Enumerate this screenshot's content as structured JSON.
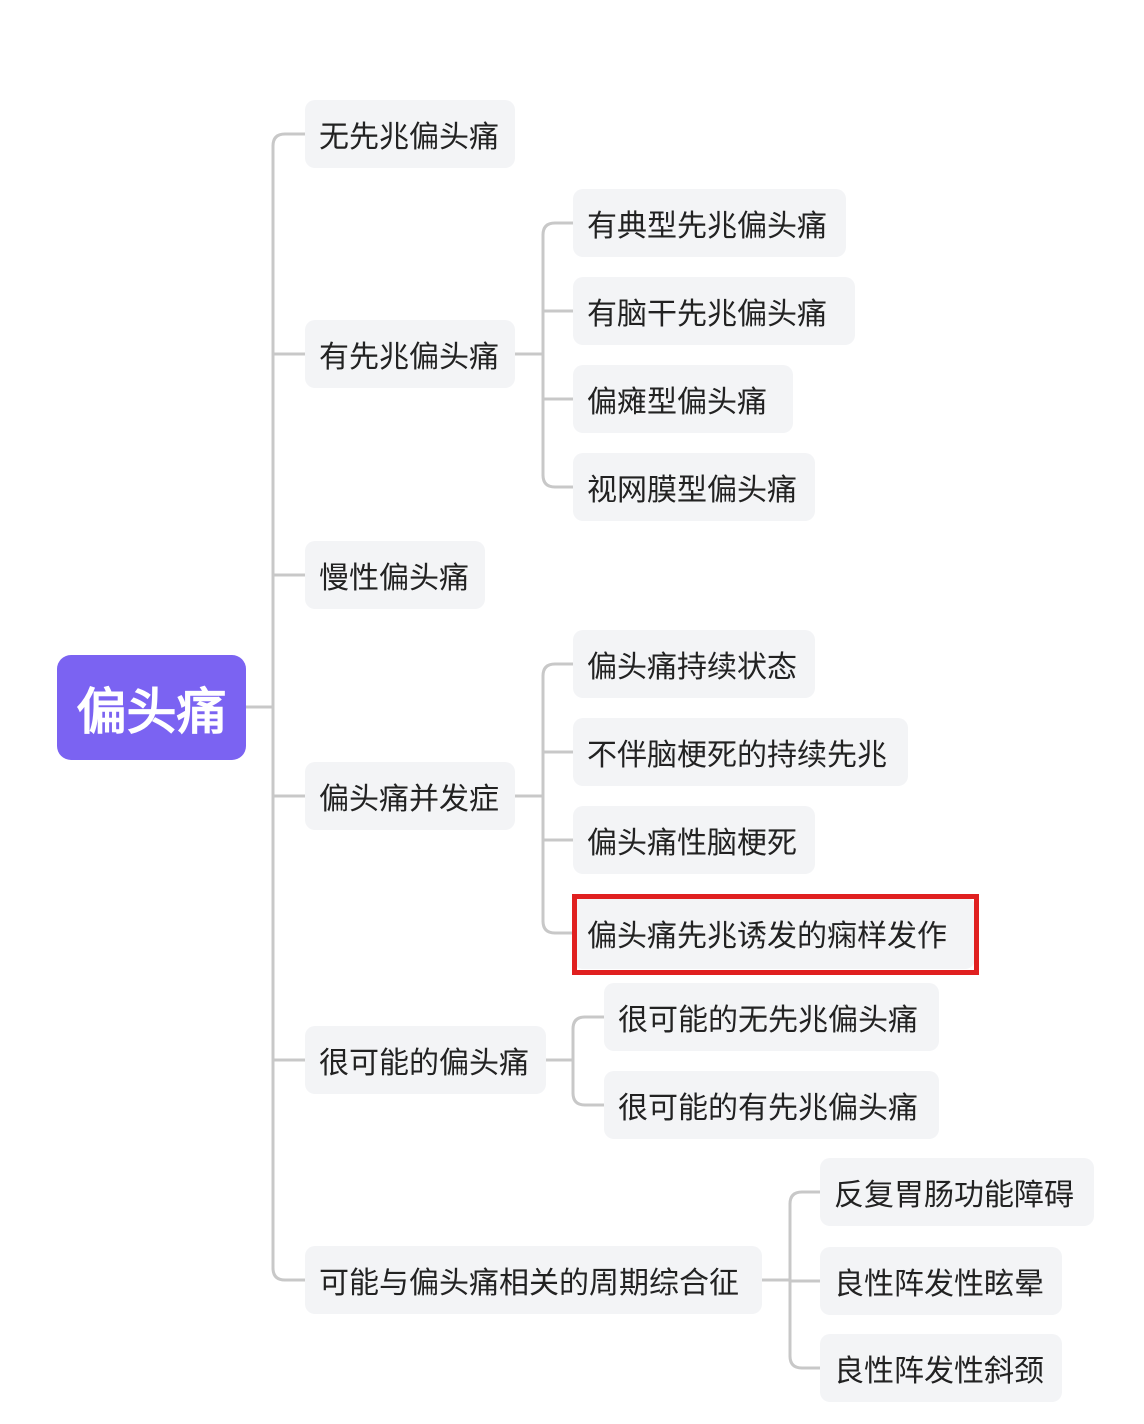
{
  "root": {
    "label": "偏头痛",
    "color": "#7b63f2"
  },
  "branches": [
    {
      "label": "无先兆偏头痛",
      "children": []
    },
    {
      "label": "有先兆偏头痛",
      "children": [
        "有典型先兆偏头痛",
        "有脑干先兆偏头痛",
        "偏瘫型偏头痛",
        "视网膜型偏头痛"
      ]
    },
    {
      "label": "慢性偏头痛",
      "children": []
    },
    {
      "label": "偏头痛并发症",
      "children": [
        "偏头痛持续状态",
        "不伴脑梗死的持续先兆",
        "偏头痛性脑梗死",
        "偏头痛先兆诱发的痫样发作"
      ]
    },
    {
      "label": "很可能的偏头痛",
      "children": [
        "很可能的无先兆偏头痛",
        "很可能的有先兆偏头痛"
      ]
    },
    {
      "label": "可能与偏头痛相关的周期综合征",
      "children": [
        "反复胃肠功能障碍",
        "良性阵发性眩晕",
        "良性阵发性斜颈"
      ]
    }
  ],
  "highlighted_item": "偏头痛先兆诱发的痫样发作",
  "highlight_color": "#e02020",
  "connector_color": "#c8c8c8",
  "node_background": "#f3f4f6"
}
